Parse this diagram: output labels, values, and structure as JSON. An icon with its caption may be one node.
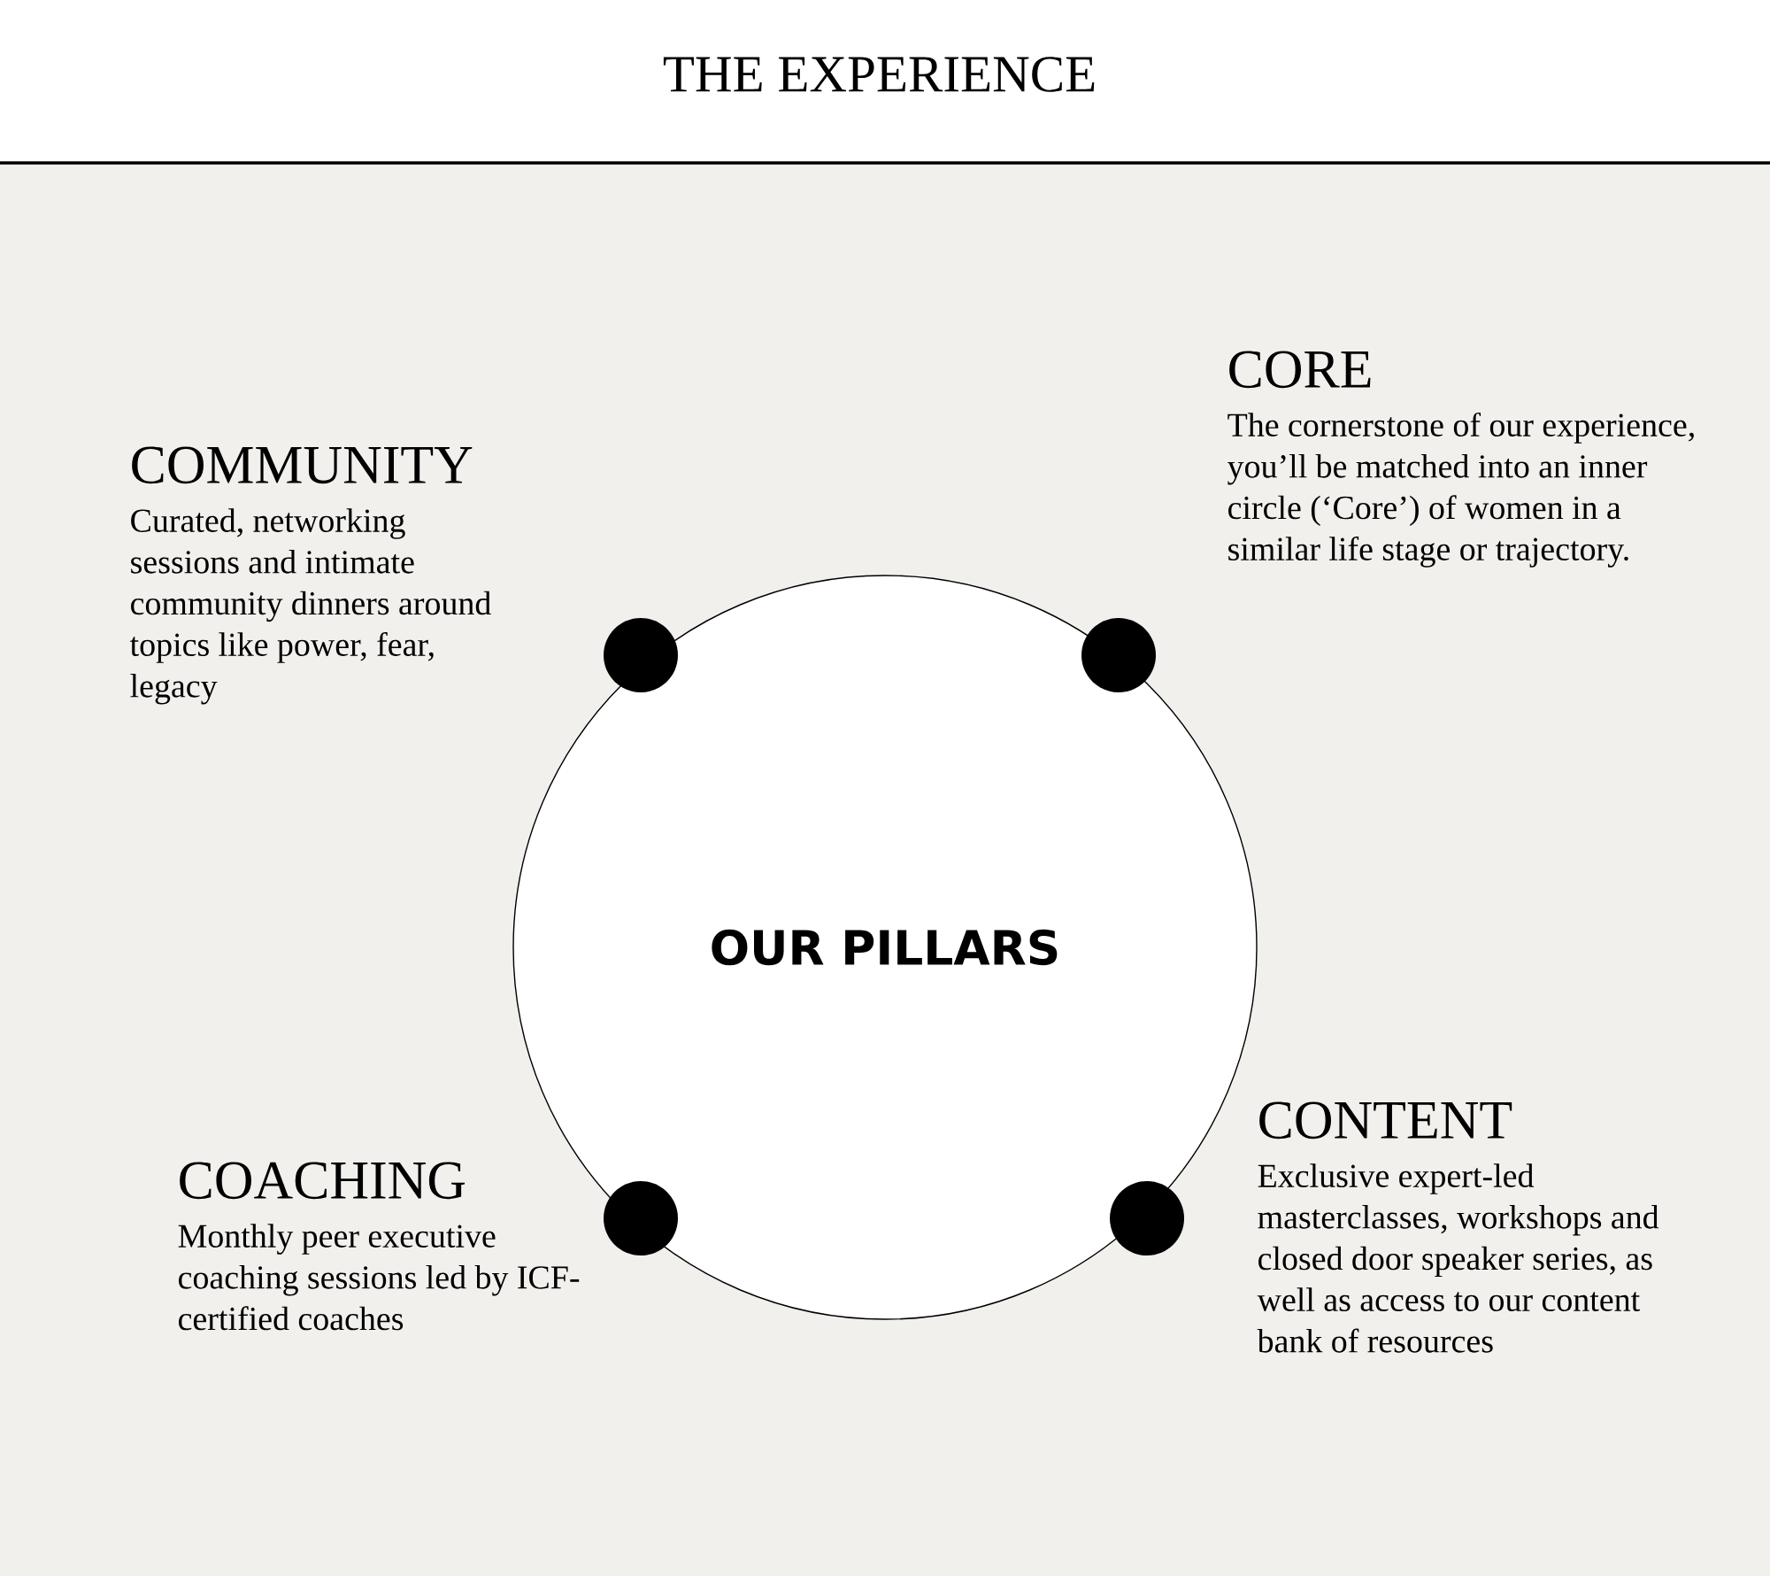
{
  "diagram": {
    "title": "THE EXPERIENCE",
    "nodes": [
      {
        "text": [
          "OUR PILLARS"
        ]
      },
      {
        "text": [
          "COMMUNITY",
          "Curated, networking sessions and intimate community dinners around topics like power, fear, legacy"
        ]
      },
      {
        "text": [
          "CORE",
          "The cornerstone of our experience, you’ll be matched into an inner circle (‘Core’) of women in a similar life stage or trajectory."
        ]
      },
      {
        "text": [
          "COACHING",
          "Monthly peer executive coaching sessions led by ICF-certified coaches"
        ]
      },
      {
        "text": [
          "CONTENT",
          "Exclusive expert-led masterclasses, workshops and closed door speaker series, as well as access to our content bank of resources"
        ]
      }
    ]
  }
}
